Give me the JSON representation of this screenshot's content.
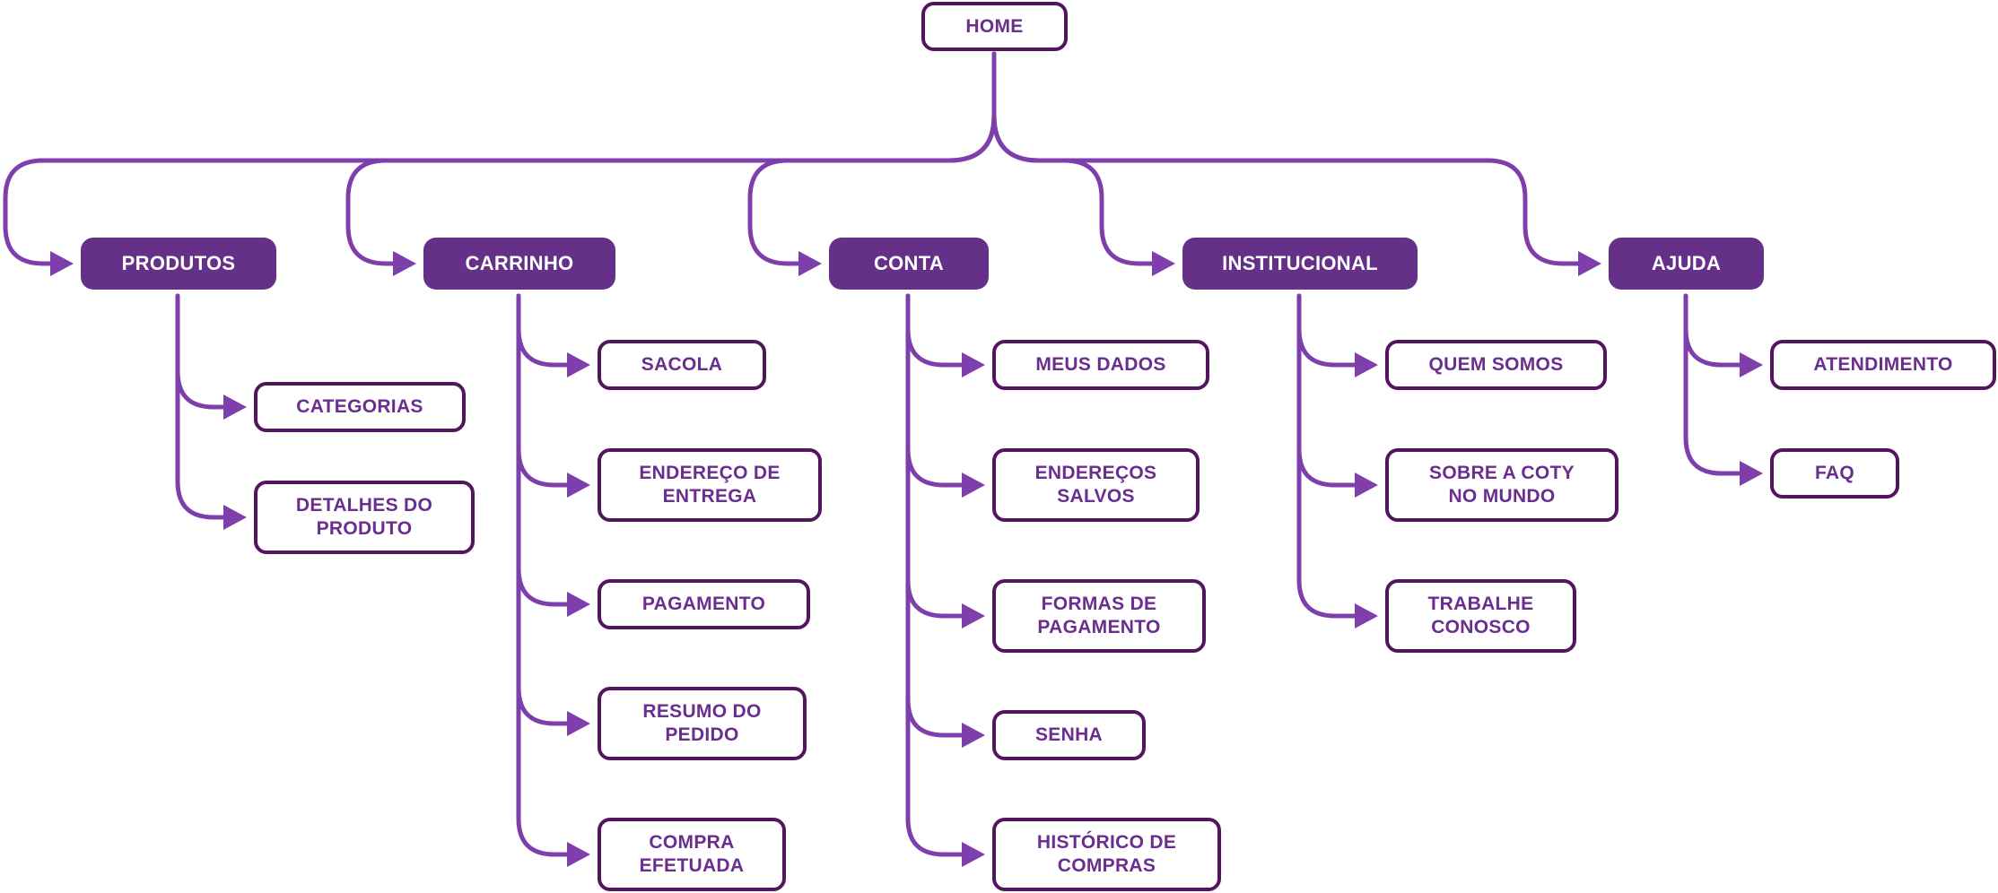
{
  "colors": {
    "line": "#7e3fac",
    "filled_box": "#643088",
    "outline_border": "#53165e",
    "outline_text": "#6a2e8f"
  },
  "root": {
    "label": "HOME"
  },
  "sections": [
    {
      "id": "produtos",
      "label": "PRODUTOS",
      "children": [
        "CATEGORIAS",
        "DETALHES DO\nPRODUTO"
      ]
    },
    {
      "id": "carrinho",
      "label": "CARRINHO",
      "children": [
        "SACOLA",
        "ENDEREÇO DE\nENTREGA",
        "PAGAMENTO",
        "RESUMO DO\nPEDIDO",
        "COMPRA\nEFETUADA"
      ]
    },
    {
      "id": "conta",
      "label": "CONTA",
      "children": [
        "MEUS DADOS",
        "ENDEREÇOS\nSALVOS",
        "FORMAS DE\nPAGAMENTO",
        "SENHA",
        "HISTÓRICO DE\nCOMPRAS"
      ]
    },
    {
      "id": "institucional",
      "label": "INSTITUCIONAL",
      "children": [
        "QUEM SOMOS",
        "SOBRE A COTY\nNO MUNDO",
        "TRABALHE\nCONOSCO"
      ]
    },
    {
      "id": "ajuda",
      "label": "AJUDA",
      "children": [
        "ATENDIMENTO",
        "FAQ"
      ]
    }
  ]
}
